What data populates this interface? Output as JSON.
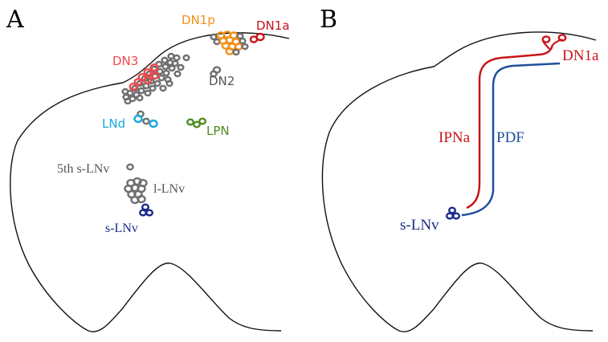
{
  "colors": {
    "dn1a": "#c8151b",
    "dn1p": "#f39018",
    "dn3": "#f0484c",
    "dn2": "#6f6f6f",
    "lnd": "#1aa8e0",
    "lpn": "#4e8c22",
    "lnv_grey": "#6f6f6f",
    "s_lnv": "#1a2a8c",
    "ipna": "#c8151b",
    "pdf": "#1f4f9a",
    "text_grey": "#555555"
  },
  "panel_a": {
    "letter": "A",
    "labels": {
      "dn1p": "DN1p",
      "dn1a": "DN1a",
      "dn3": "DN3",
      "dn2": "DN2",
      "lnd": "LNd",
      "lpn": "LPN",
      "fifth_s_lnv": "5th s-LNv",
      "l_lnv": "l-LNv",
      "s_lnv": "s-LNv"
    }
  },
  "panel_b": {
    "letter": "B",
    "labels": {
      "dn1a": "DN1a",
      "ipna": "IPNa",
      "pdf": "PDF",
      "s_lnv": "s-LNv"
    }
  }
}
